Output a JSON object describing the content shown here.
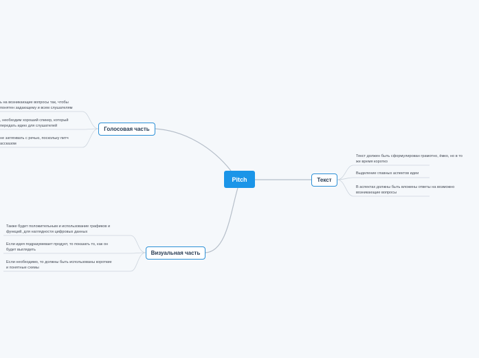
{
  "colors": {
    "background": "#f5f8fb",
    "root": "#1b95e8",
    "branch_border": "#2a8fd6",
    "edge": "#b5bec9",
    "leaf_underline": "#ccd4dd"
  },
  "root": {
    "label": "Pitch"
  },
  "branches": {
    "voice": {
      "label": "Голосовая часть",
      "items": [
        [
          "ь на возникающие вопросы так, чтобы",
          "понятен задающему и всем слушателям"
        ],
        [
          ", необходим хороший спикер, который",
          " передать идею для слушателей"
        ],
        [
          "не затягивать с речью, поскольку питч",
          "ассказом"
        ]
      ]
    },
    "text": {
      "label": "Текст",
      "items": [
        [
          "Текст должен быть сформулирован грамотно, ёмко, но в то",
          "же время коротко"
        ],
        [
          "Выделение главных аспектов идеи"
        ],
        [
          "В аспектах должны быть вложены ответы на возможно",
          "возникающие вопросы"
        ]
      ]
    },
    "visual": {
      "label": "Визуальная часть",
      "items": [
        [
          "Также будет положительным и использование графиков и",
          "функций, для наглядности цифровых данных"
        ],
        [
          "Если идея подразумевает продукт, то показать то, как он",
          "будет выглядеть"
        ],
        [
          "Если необходимо, то должны быть использованы короткие",
          "и понятные схемы"
        ]
      ]
    }
  }
}
